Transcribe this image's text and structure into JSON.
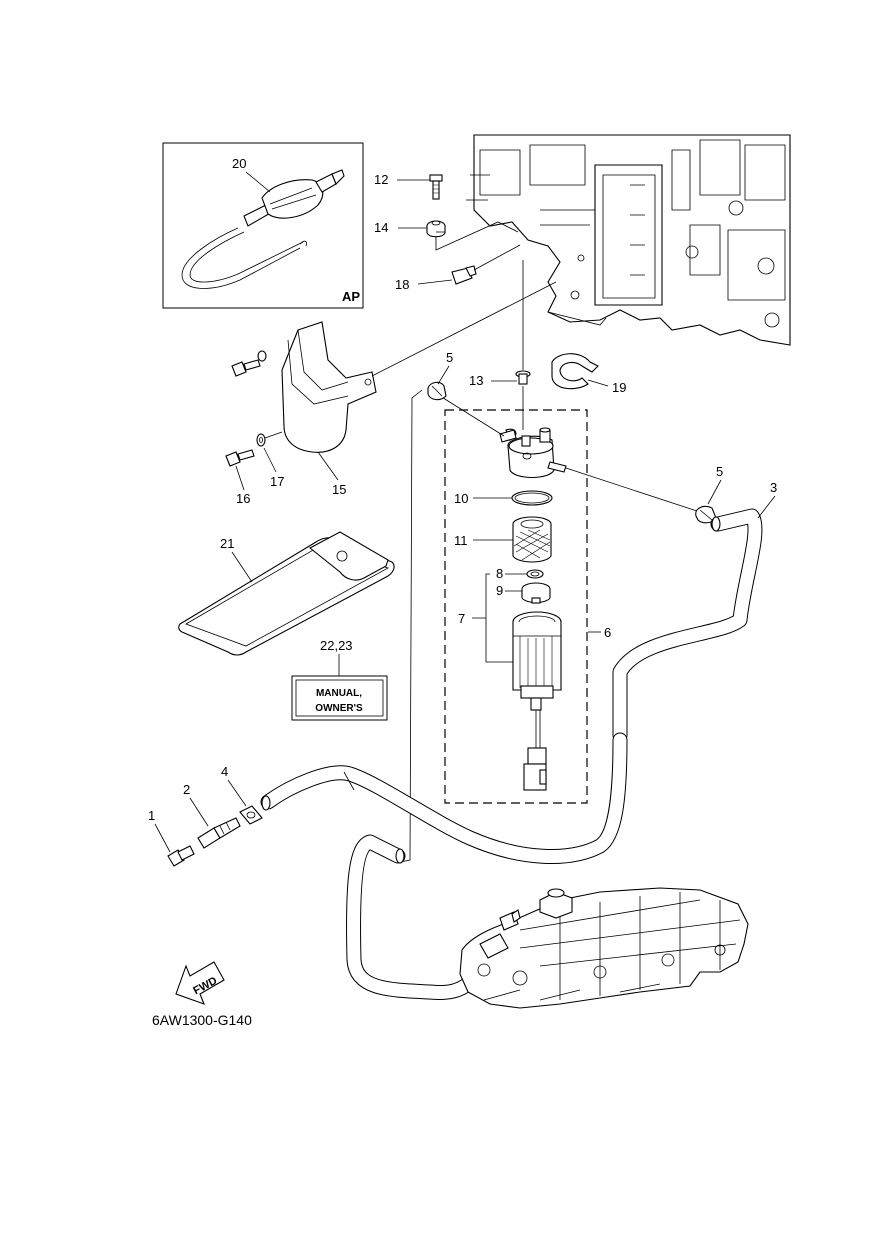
{
  "part_labels": {
    "p1": "1",
    "p2": "2",
    "p3": "3",
    "p4": "4",
    "p5a": "5",
    "p5b": "5",
    "p6": "6",
    "p7": "7",
    "p8": "8",
    "p9": "9",
    "p10": "10",
    "p11": "11",
    "p12": "12",
    "p13": "13",
    "p14": "14",
    "p15": "15",
    "p16": "16",
    "p17": "17",
    "p18": "18",
    "p19": "19",
    "p20": "20",
    "p21": "21",
    "p22_23": "22,23"
  },
  "inset": {
    "tag": "AP"
  },
  "manual_box": {
    "line1": "MANUAL,",
    "line2": "OWNER'S"
  },
  "fwd_arrow": {
    "label": "FWD"
  },
  "drawing_code": "6AW1300-G140"
}
